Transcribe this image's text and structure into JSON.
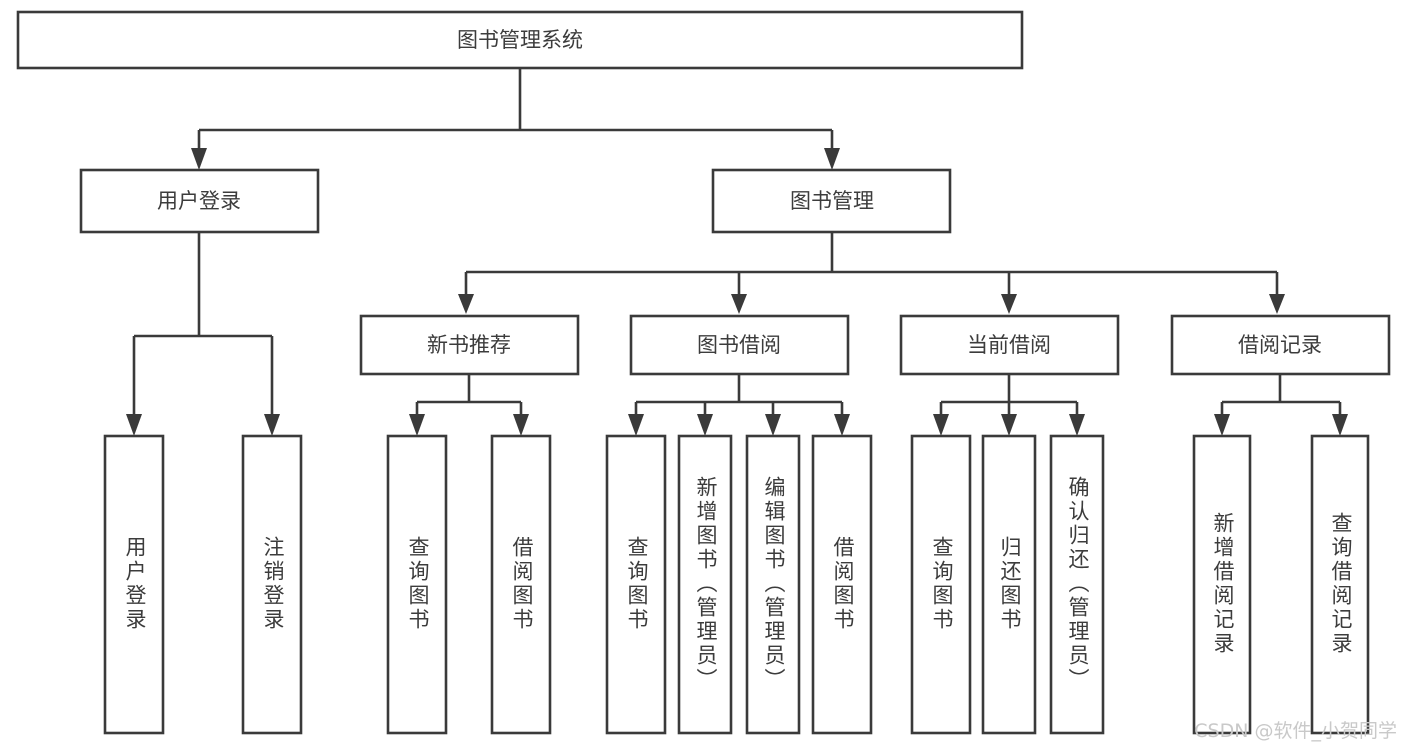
{
  "diagram": {
    "title": "图书管理系统",
    "type": "tree",
    "watermark": "CSDN @软件_小贺同学",
    "colors": {
      "background": "#ffffff",
      "box_fill": "#ffffff",
      "stroke": "#3a3a3a",
      "text": "#3c3c3c",
      "watermark": "#c9c9c9"
    },
    "root": {
      "label": "图书管理系统",
      "orientation": "horizontal"
    },
    "level2": [
      {
        "label": "用户登录",
        "orientation": "horizontal"
      },
      {
        "label": "图书管理",
        "orientation": "horizontal"
      }
    ],
    "level3": [
      {
        "label": "新书推荐",
        "orientation": "horizontal"
      },
      {
        "label": "图书借阅",
        "orientation": "horizontal"
      },
      {
        "label": "当前借阅",
        "orientation": "horizontal"
      },
      {
        "label": "借阅记录",
        "orientation": "horizontal"
      }
    ],
    "leaves": {
      "user_login": [
        {
          "label": "用户登录",
          "orientation": "vertical"
        },
        {
          "label": "注销登录",
          "orientation": "vertical"
        }
      ],
      "new_book_recommend": [
        {
          "label": "查询图书",
          "orientation": "vertical"
        },
        {
          "label": "借阅图书",
          "orientation": "vertical"
        }
      ],
      "book_borrow": [
        {
          "label": "查询图书",
          "orientation": "vertical"
        },
        {
          "label": "新增图书（管理员）",
          "orientation": "vertical"
        },
        {
          "label": "编辑图书（管理员）",
          "orientation": "vertical"
        },
        {
          "label": "借阅图书",
          "orientation": "vertical"
        }
      ],
      "current_borrow": [
        {
          "label": "查询图书",
          "orientation": "vertical"
        },
        {
          "label": "归还图书",
          "orientation": "vertical"
        },
        {
          "label": "确认归还（管理员）",
          "orientation": "vertical"
        }
      ],
      "borrow_record": [
        {
          "label": "新增借阅记录",
          "orientation": "vertical"
        },
        {
          "label": "查询借阅记录",
          "orientation": "vertical"
        }
      ]
    }
  }
}
